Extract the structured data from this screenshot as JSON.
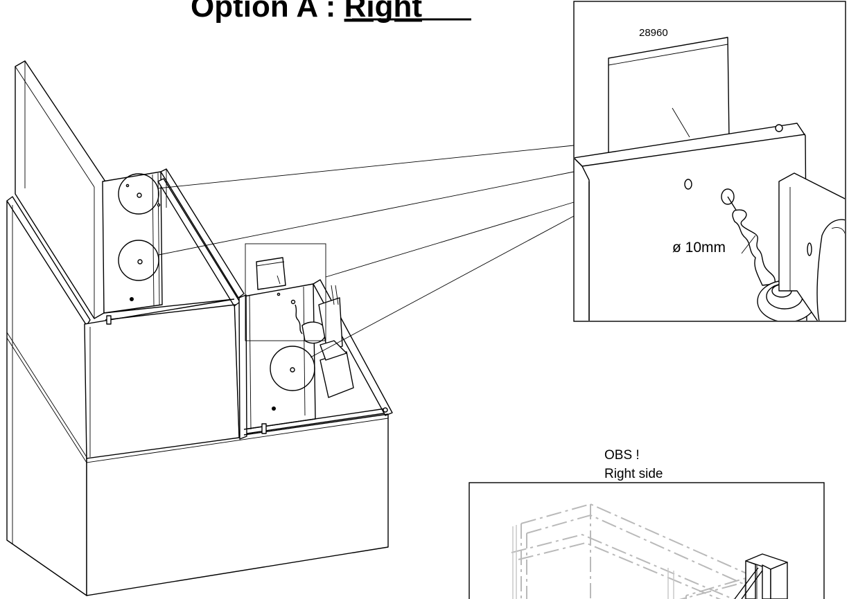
{
  "title": {
    "prefix": "Option A : ",
    "underlined": "Right"
  },
  "detail_view": {
    "part_number": "28960",
    "drill_label": "ø 10mm"
  },
  "note": {
    "line1": "OBS !",
    "line2": "Right side"
  },
  "colors": {
    "ink": "#000000",
    "ghost_frame": "#b9b9b9",
    "paper": "#ffffff"
  }
}
